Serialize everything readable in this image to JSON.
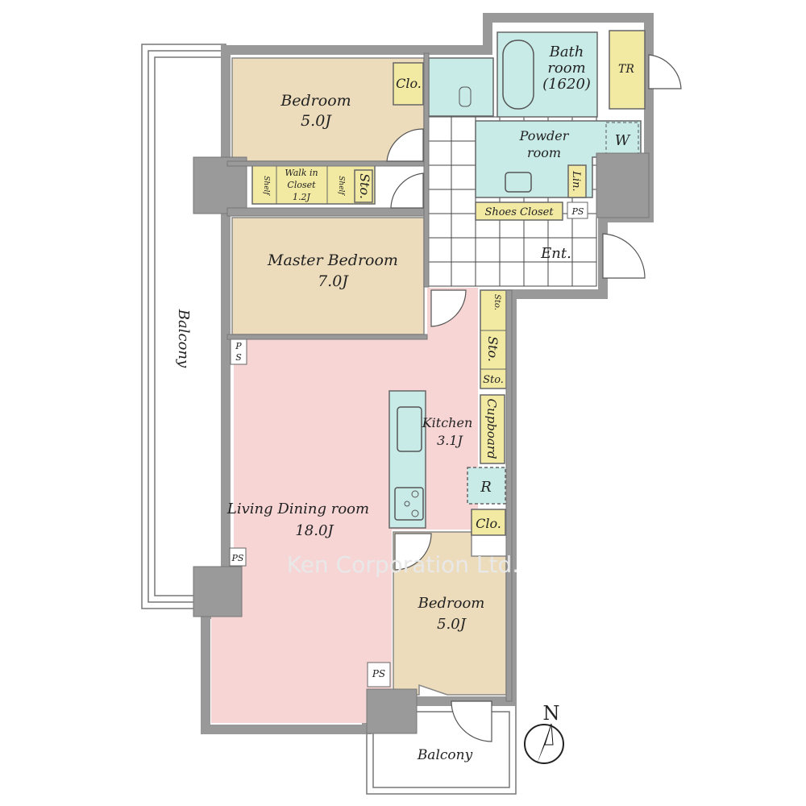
{
  "rooms": {
    "bedroom1": {
      "name": "Bedroom",
      "size": "5.0J"
    },
    "closet1": "Clo.",
    "walk_in": {
      "line1": "Walk in",
      "line2": "Closet",
      "size": "1.2J",
      "shelf": "Shelf"
    },
    "sto_top": "Sto.",
    "master": {
      "name": "Master Bedroom",
      "size": "7.0J"
    },
    "bath": {
      "line1": "Bath",
      "line2": "room",
      "size": "(1620)"
    },
    "tr": "TR",
    "powder": {
      "line1": "Powder",
      "line2": "room"
    },
    "washer": "W",
    "linen": "Lin.",
    "shoes": "Shoes Closet",
    "ps": "PS",
    "ps_vertical": {
      "p": "P",
      "s": "S"
    },
    "entrance": "Ent.",
    "balcony_left": "Balcony",
    "sto_small1": "Sto.",
    "sto_mid": "Sto.",
    "sto_small2": "Sto.",
    "kitchen": {
      "name": "Kitchen",
      "size": "3.1J"
    },
    "cupboard": "Cupboard",
    "fridge": "R",
    "closet2": "Clo.",
    "living": {
      "name": "Living Dining room",
      "size": "18.0J"
    },
    "bedroom2": {
      "name": "Bedroom",
      "size": "5.0J"
    },
    "balcony_bottom": "Balcony"
  },
  "compass": "N",
  "watermark": "Ken Corporation Ltd."
}
